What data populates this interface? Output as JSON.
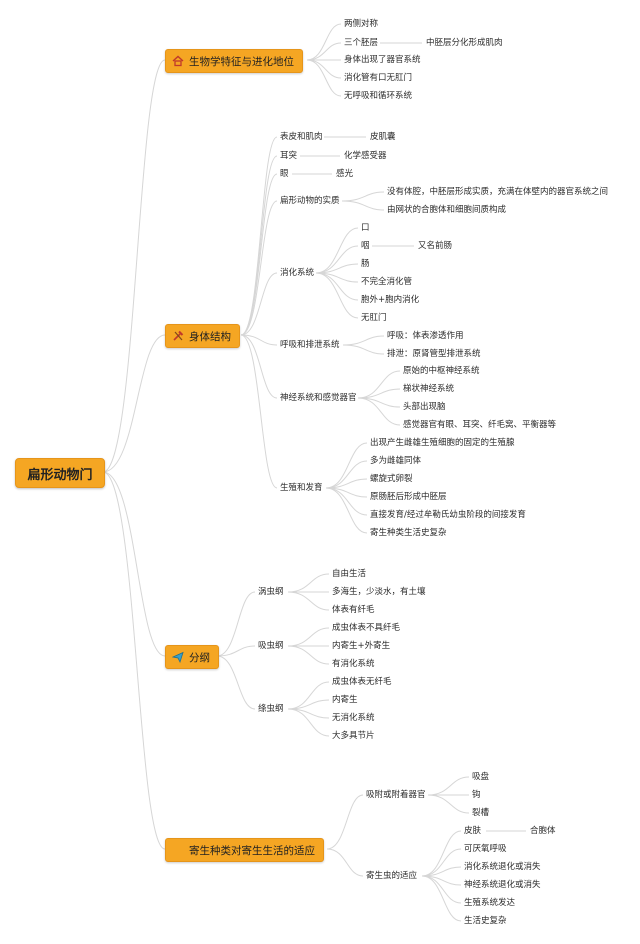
{
  "root": "扁形动物门",
  "branches": [
    {
      "label": "生物学特征与进化地位",
      "icon": "home-icon",
      "children": [
        {
          "label": "两侧对称"
        },
        {
          "label": "三个胚层",
          "children": [
            {
              "label": "中胚层分化形成肌肉"
            }
          ]
        },
        {
          "label": "身体出现了器官系统"
        },
        {
          "label": "消化管有口无肛门"
        },
        {
          "label": "无呼吸和循环系统"
        }
      ]
    },
    {
      "label": "身体结构",
      "icon": "tools-icon",
      "children": [
        {
          "label": "表皮和肌肉",
          "children": [
            {
              "label": "皮肌囊"
            }
          ]
        },
        {
          "label": "耳突",
          "children": [
            {
              "label": "化学感受器"
            }
          ]
        },
        {
          "label": "眼",
          "children": [
            {
              "label": "感光"
            }
          ]
        },
        {
          "label": "扁形动物的实质",
          "children": [
            {
              "label": "没有体腔，中胚层形成实质，充满在体壁内的器官系统之间"
            },
            {
              "label": "由网状的合胞体和细胞间质构成"
            }
          ]
        },
        {
          "label": "消化系统",
          "children": [
            {
              "label": "口"
            },
            {
              "label": "咽",
              "children": [
                {
                  "label": "又名前肠"
                }
              ]
            },
            {
              "label": "肠"
            },
            {
              "label": "不完全消化管"
            },
            {
              "label": "胞外+胞内消化"
            },
            {
              "label": "无肛门"
            }
          ]
        },
        {
          "label": "呼吸和排泄系统",
          "children": [
            {
              "label": "呼吸：体表渗透作用"
            },
            {
              "label": "排泄：原肾管型排泄系统"
            }
          ]
        },
        {
          "label": "神经系统和感觉器官",
          "children": [
            {
              "label": "原始的中枢神经系统"
            },
            {
              "label": "梯状神经系统"
            },
            {
              "label": "头部出现脑"
            },
            {
              "label": "感觉器官有眼、耳突、纤毛窝、平衡器等"
            }
          ]
        },
        {
          "label": "生殖和发育",
          "children": [
            {
              "label": "出现产生雌雄生殖细胞的固定的生殖腺"
            },
            {
              "label": "多为雌雄同体"
            },
            {
              "label": "螺旋式卵裂"
            },
            {
              "label": "原肠胚后形成中胚层"
            },
            {
              "label": "直接发育/经过牟勒氏幼虫阶段的间接发育"
            },
            {
              "label": "寄生种类生活史复杂"
            }
          ]
        }
      ]
    },
    {
      "label": "分纲",
      "icon": "paper-plane-icon",
      "children": [
        {
          "label": "涡虫纲",
          "children": [
            {
              "label": "自由生活"
            },
            {
              "label": "多海生，少淡水，有土壤"
            },
            {
              "label": "体表有纤毛"
            }
          ]
        },
        {
          "label": "吸虫纲",
          "children": [
            {
              "label": "成虫体表不具纤毛"
            },
            {
              "label": "内寄生+外寄生"
            },
            {
              "label": "有消化系统"
            }
          ]
        },
        {
          "label": "绦虫纲",
          "children": [
            {
              "label": "成虫体表无纤毛"
            },
            {
              "label": "内寄生"
            },
            {
              "label": "无消化系统"
            },
            {
              "label": "大多具节片"
            }
          ]
        }
      ]
    },
    {
      "label": "寄生种类对寄生生活的适应",
      "icon": "",
      "children": [
        {
          "label": "吸附或附着器官",
          "children": [
            {
              "label": "吸盘"
            },
            {
              "label": "钩"
            },
            {
              "label": "裂槽"
            }
          ]
        },
        {
          "label": "寄生虫的适应",
          "children": [
            {
              "label": "皮肤",
              "children": [
                {
                  "label": "合胞体"
                }
              ]
            },
            {
              "label": "可厌氧呼吸"
            },
            {
              "label": "消化系统退化或消失"
            },
            {
              "label": "神经系统退化或消失"
            },
            {
              "label": "生殖系统发达"
            },
            {
              "label": "生活史复杂"
            }
          ]
        }
      ]
    }
  ]
}
